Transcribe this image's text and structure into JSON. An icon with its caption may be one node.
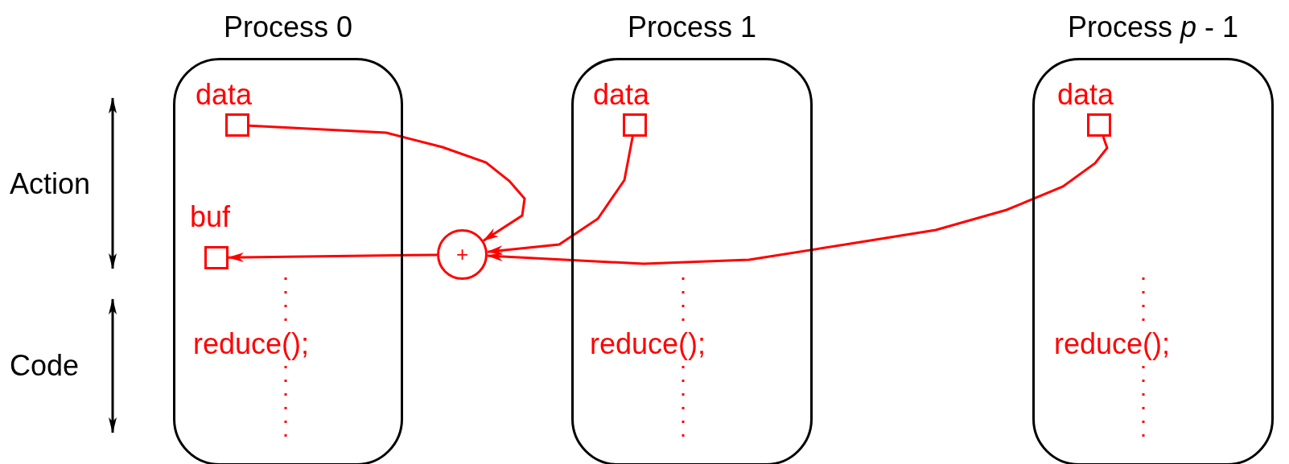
{
  "diagram": {
    "nodes": [
      {
        "text": [
          "Process 0"
        ]
      },
      {
        "text": [
          "data"
        ],
        "in": 0
      },
      {
        "text": [
          "buf"
        ],
        "in": 0
      },
      {
        "text": [
          "Process 1"
        ]
      },
      {
        "text": [
          "data"
        ],
        "in": 3
      },
      {
        "text": [
          "Process *p* -  1"
        ]
      },
      {
        "text": [
          "data"
        ],
        "in": 5
      },
      {
        "text": [
          "+"
        ]
      }
    ],
    "edges": [
      {
        "from": 1,
        "to": 7,
        "arrow": "to"
      },
      {
        "from": 4,
        "to": 7,
        "arrow": "to"
      },
      {
        "from": 6,
        "to": 7,
        "arrow": "to"
      },
      {
        "from": 7,
        "to": 2,
        "arrow": "to"
      }
    ],
    "labels": [
      "Action",
      "Code",
      "reduce();",
      "reduce();",
      "reduce();"
    ]
  }
}
